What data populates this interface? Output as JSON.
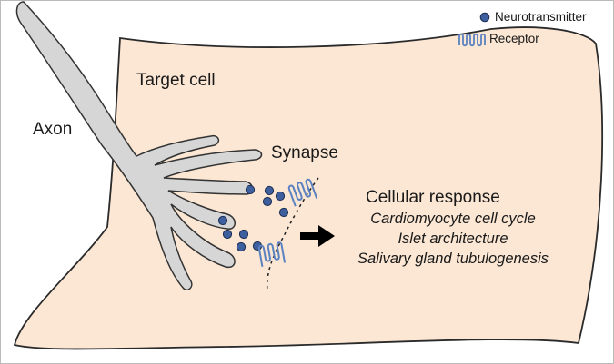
{
  "labels": {
    "target_cell": "Target cell",
    "axon": "Axon",
    "synapse": "Synapse",
    "response_title": "Cellular response",
    "responses": [
      "Cardiomyocyte cell cycle",
      "Islet architecture",
      "Salivary gland tubulogenesis"
    ]
  },
  "legend": {
    "neurotransmitter": "Neurotransmitter",
    "receptor": "Receptor"
  },
  "colors": {
    "cell_fill": "#fbe7d4",
    "cell_stroke": "#2a2a2a",
    "axon_fill": "#d6d6d6",
    "vesicle": "#3e5f9e",
    "receptor": "#5b82c0"
  }
}
